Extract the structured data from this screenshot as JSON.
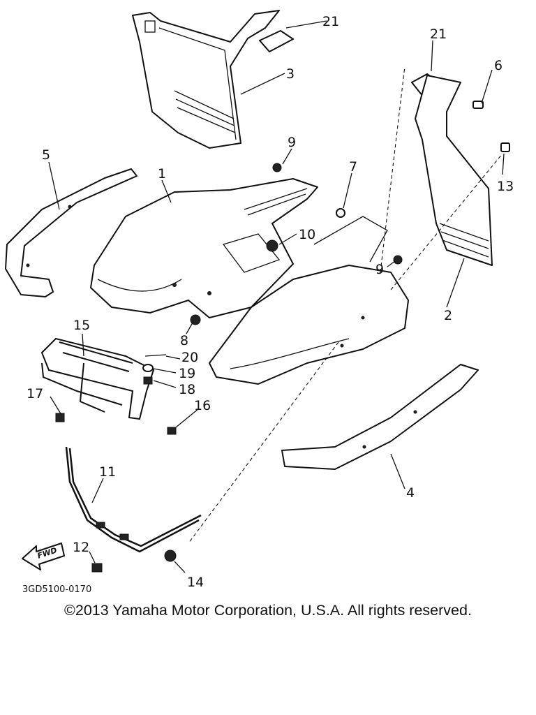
{
  "callouts": {
    "p1": "1",
    "p2": "2",
    "p3": "3",
    "p4": "4",
    "p5": "5",
    "p6": "6",
    "p7": "7",
    "p8": "8",
    "p9a": "9",
    "p9b": "9",
    "p10": "10",
    "p11": "11",
    "p12": "12",
    "p13": "13",
    "p14": "14",
    "p15": "15",
    "p16": "16",
    "p17": "17",
    "p18": "18",
    "p19": "19",
    "p20": "20",
    "p21a": "21",
    "p21b": "21"
  },
  "fwd_label": "FWD",
  "drawing_code": "3GD5100-0170",
  "copyright": "©2013 Yamaha Motor Corporation, U.S.A. All rights reserved."
}
